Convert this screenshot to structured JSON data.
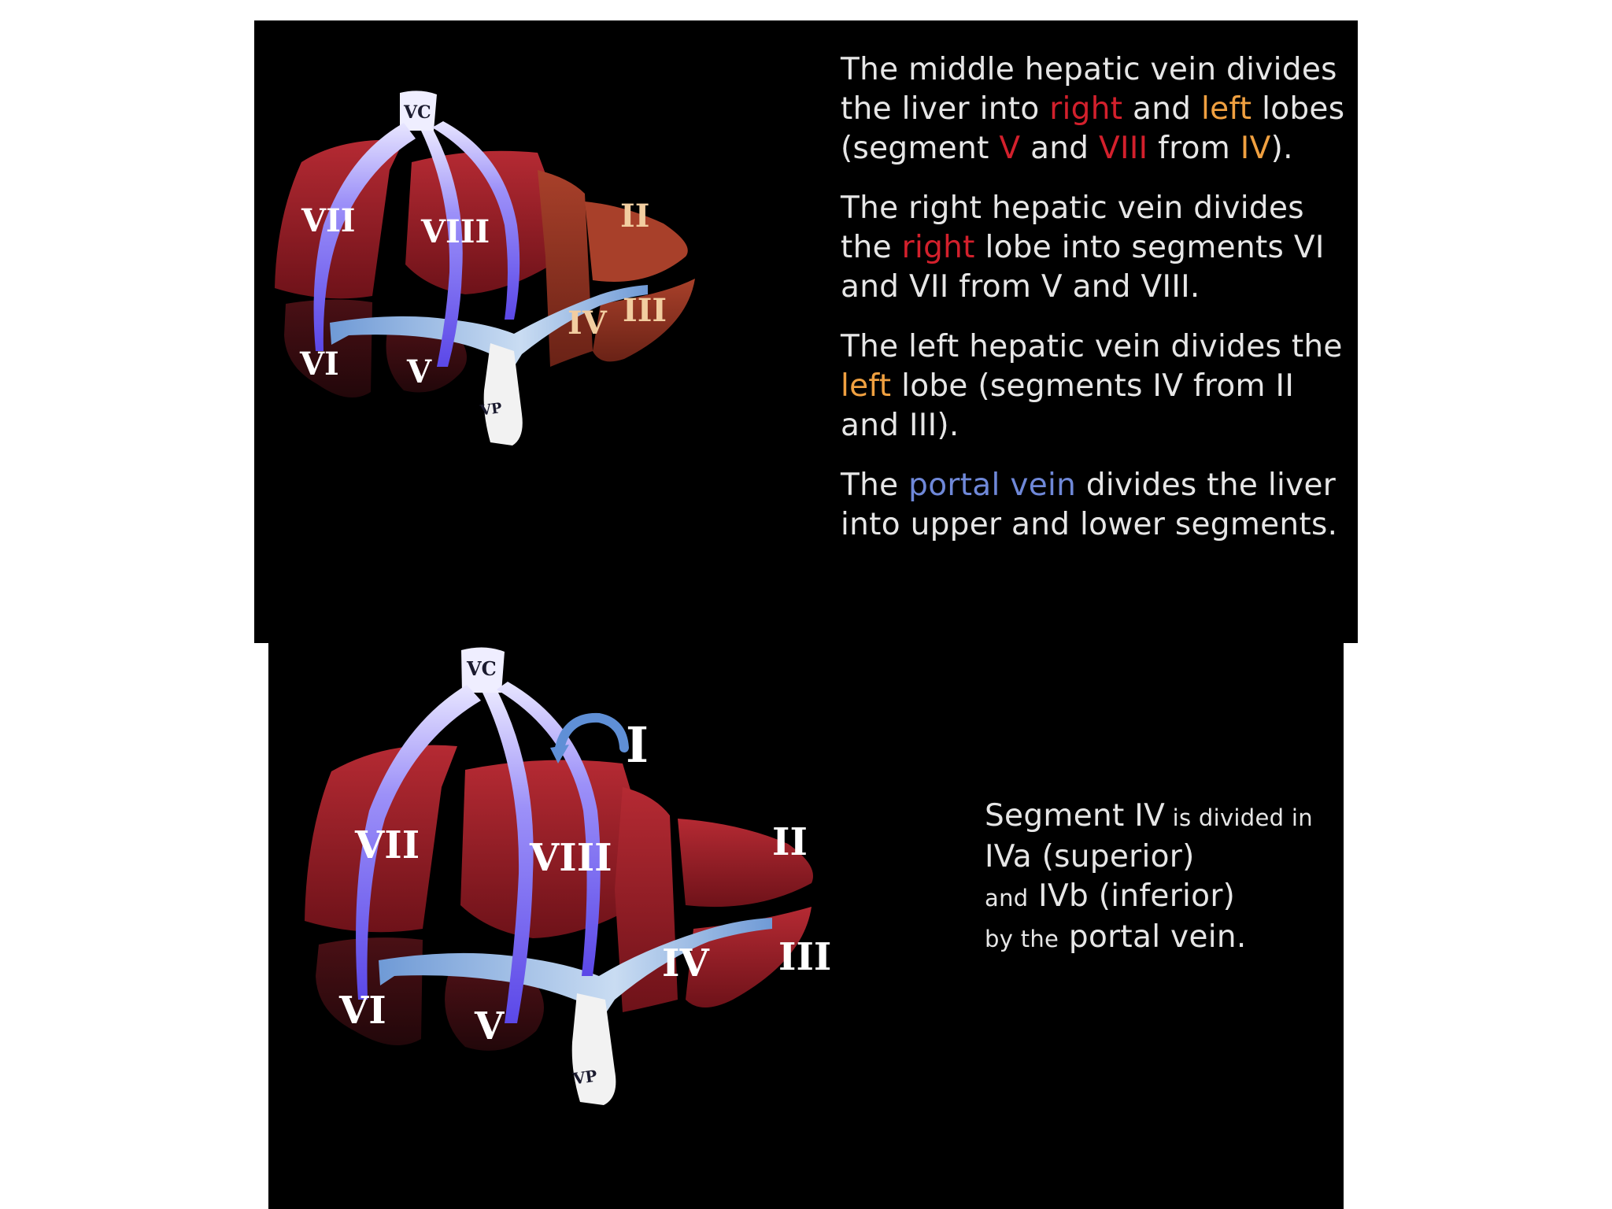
{
  "colors": {
    "background": "#000000",
    "page": "#ffffff",
    "right_highlight": "#d3202c",
    "left_highlight": "#f0a040",
    "portal_highlight": "#6f88d8",
    "liver_red": "#a8242c",
    "liver_dark": "#3a0c10",
    "hepatic_vein": "#7b6bf0",
    "portal_vein": "#8fb4e6"
  },
  "top_diagram": {
    "segments": [
      "VII",
      "VIII",
      "II",
      "IV",
      "III",
      "VI",
      "V"
    ],
    "vessels": {
      "vc": "VC",
      "vp": "VP"
    }
  },
  "bottom_diagram": {
    "segments": [
      "VII",
      "VIII",
      "II",
      "IV",
      "III",
      "VI",
      "V"
    ],
    "vessels": {
      "vc": "VC",
      "vp": "VP"
    },
    "marker": "I"
  },
  "top_text": {
    "p1": {
      "a": "The middle hepatic vein divides the liver into ",
      "right": "right",
      "b": " and ",
      "left": "left",
      "c": " lobes (segment ",
      "v": "V",
      "d": " and ",
      "viii": "VIII",
      "e": " from ",
      "iv": "IV",
      "f": ")."
    },
    "p2": {
      "a": "The right hepatic vein divides the ",
      "right": "right",
      "b": " lobe into segments VI and VII from V and VIII."
    },
    "p3": {
      "a": "The left hepatic vein divides the ",
      "left": "left",
      "b": " lobe (segments IV from II and III)."
    },
    "p4": {
      "a": "The ",
      "portal": "portal vein",
      "b": " divides the liver into upper and lower segments."
    }
  },
  "bottom_text": {
    "l1a": "Segment IV",
    "l1b": " is divided in",
    "l2": "IVa (superior)",
    "l3a": "and",
    "l3b": " IVb (inferior)",
    "l4a": "by the",
    "l4b": " portal vein."
  }
}
